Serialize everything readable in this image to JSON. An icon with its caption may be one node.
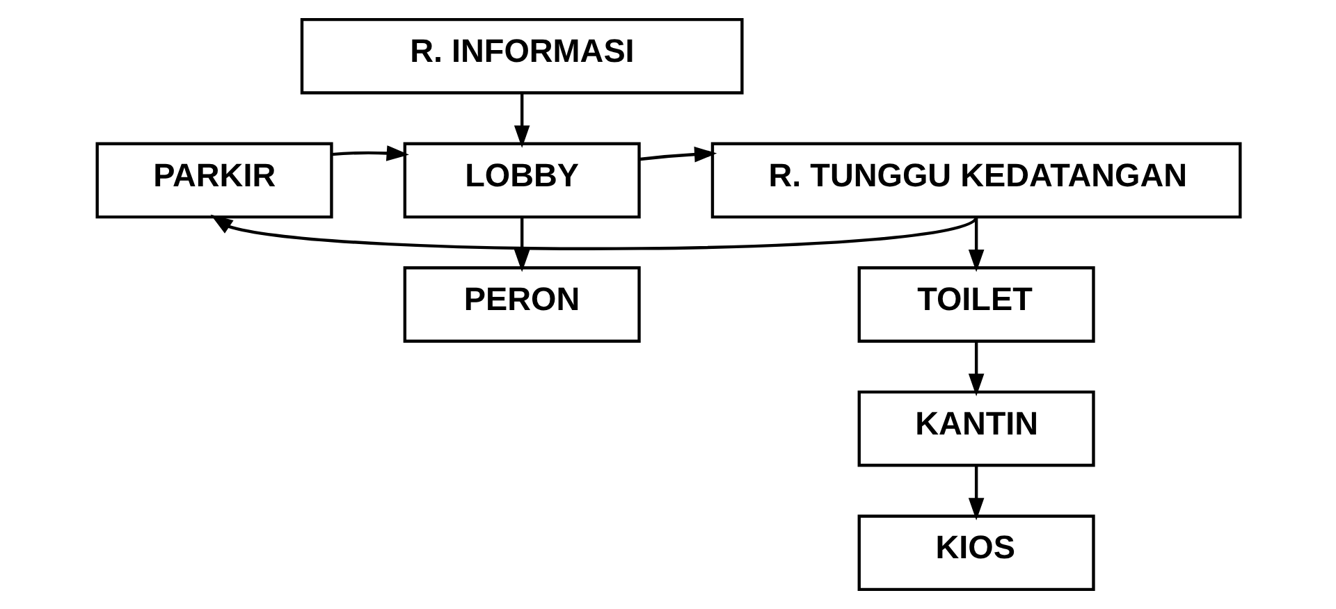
{
  "diagram": {
    "nodes": [
      {
        "text": [
          "R. INFORMASI"
        ]
      },
      {
        "text": [
          "PARKIR"
        ]
      },
      {
        "text": [
          "LOBBY"
        ]
      },
      {
        "text": [
          "R. TUNGGU KEDATANGAN"
        ]
      },
      {
        "text": [
          "PERON"
        ]
      },
      {
        "text": [
          "TOILET"
        ]
      },
      {
        "text": [
          "KANTIN"
        ]
      },
      {
        "text": [
          "KIOS"
        ]
      }
    ],
    "edges": [
      {
        "from": 0,
        "to": 2,
        "arrow": "to"
      },
      {
        "from": 1,
        "to": 2,
        "arrow": "to"
      },
      {
        "from": 2,
        "to": 3,
        "arrow": "to"
      },
      {
        "from": 2,
        "to": 4,
        "arrow": "to"
      },
      {
        "from": 3,
        "to": 5,
        "arrow": "to"
      },
      {
        "from": 5,
        "to": 6,
        "arrow": "to"
      },
      {
        "from": 6,
        "to": 7,
        "arrow": "to"
      },
      {
        "from": 3,
        "to": 1,
        "arrow": "to"
      }
    ]
  }
}
